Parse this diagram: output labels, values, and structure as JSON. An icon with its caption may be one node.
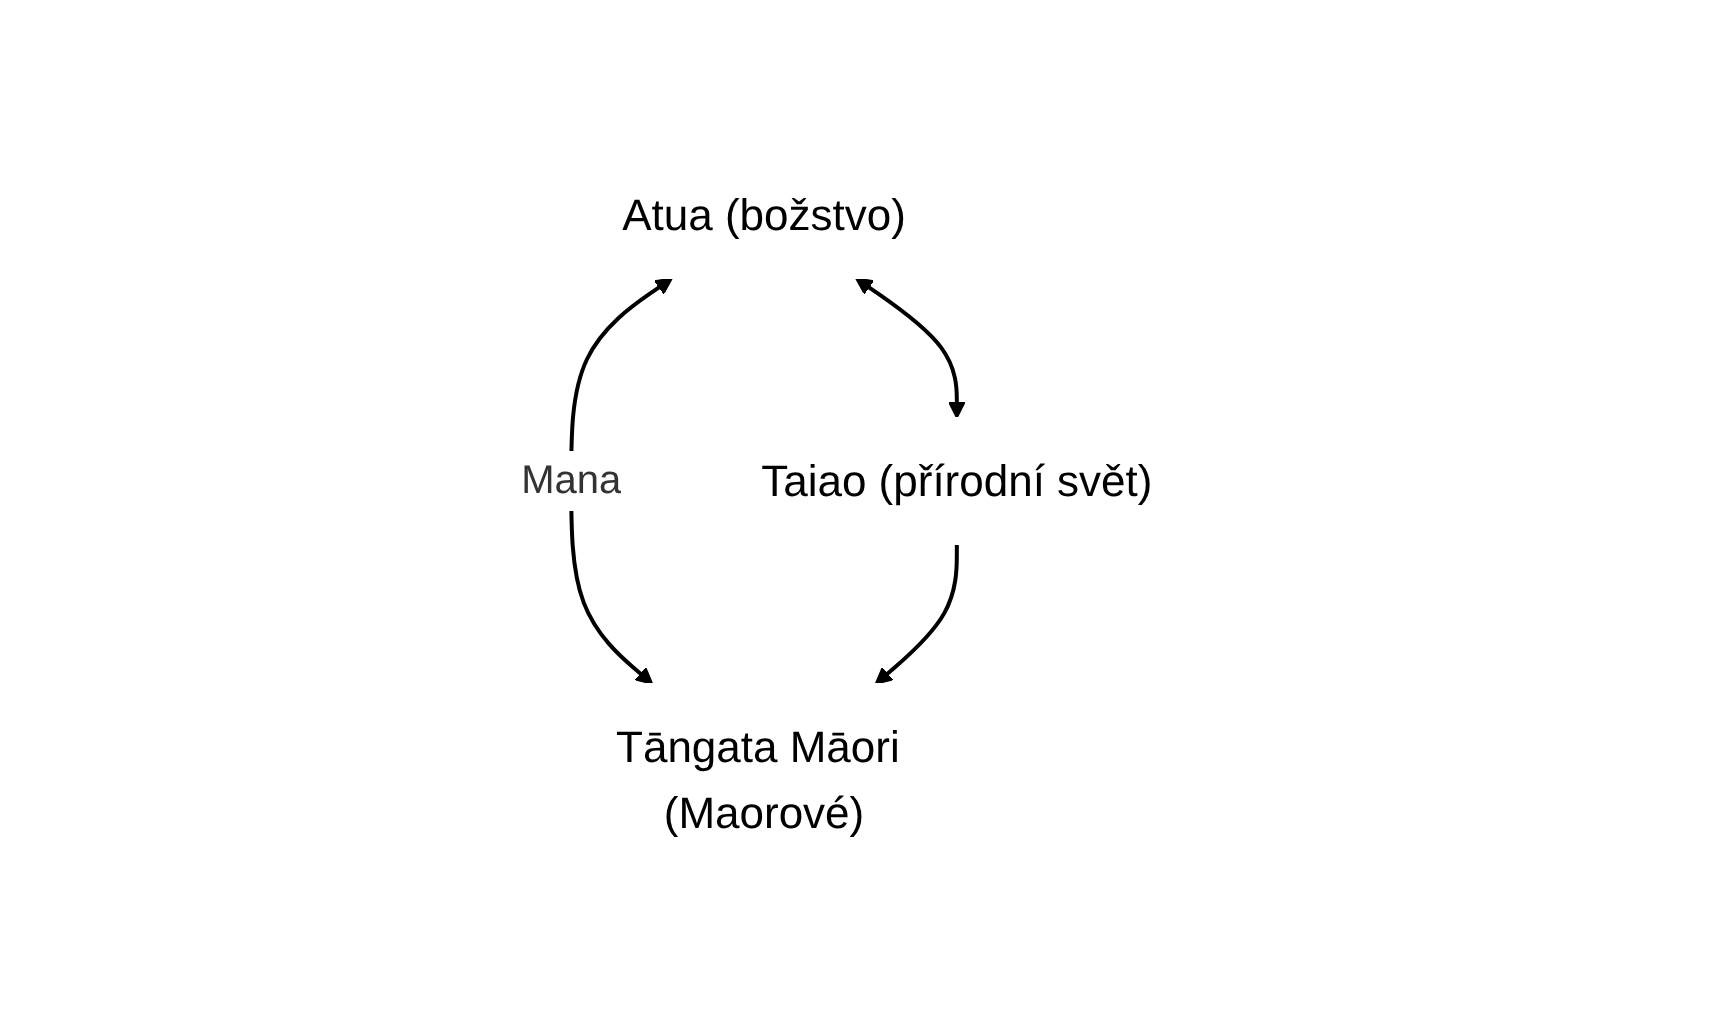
{
  "diagram": {
    "nodes": [
      {
        "text": [
          "Atua (božstvo)"
        ]
      },
      {
        "text": [
          "Taiao (přírodní svět)"
        ]
      },
      {
        "text": [
          "Tāngata Māori (Maorové)"
        ]
      }
    ],
    "edges": [
      {
        "from": 0,
        "to": 2,
        "arrow": "both",
        "label": "Mana"
      },
      {
        "from": 0,
        "to": 1,
        "arrow": "both"
      },
      {
        "from": 1,
        "to": 2,
        "arrow": "to"
      }
    ]
  }
}
